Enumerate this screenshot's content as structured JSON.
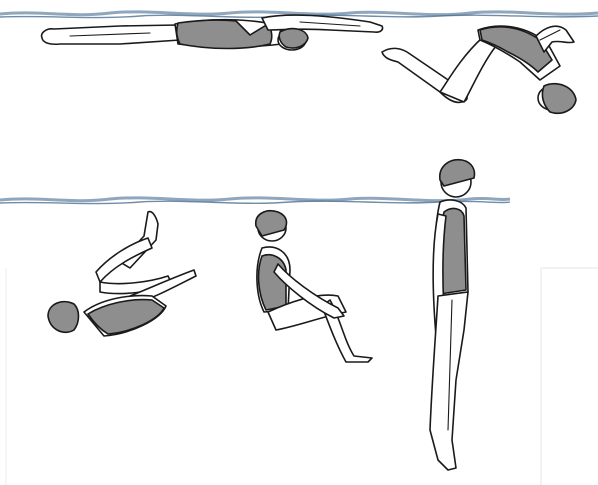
{
  "figure": {
    "description_free": true,
    "colors": {
      "water_line": "#8fa6bf",
      "water_line_dark": "#4f6f8f",
      "swimsuit": "#8e8e8e",
      "cap": "#8e8e8e",
      "skin": "#ffffff",
      "outline": "#1a1a1a",
      "background": "#ffffff"
    },
    "figures": [
      {
        "id": "glide",
        "icon": "swimmer-gliding-icon"
      },
      {
        "id": "dive-turn",
        "icon": "swimmer-pike-dive-icon"
      },
      {
        "id": "backward-roll",
        "icon": "swimmer-backward-roll-icon"
      },
      {
        "id": "tuck",
        "icon": "swimmer-tuck-icon"
      },
      {
        "id": "upright",
        "icon": "swimmer-vertical-icon"
      }
    ]
  }
}
